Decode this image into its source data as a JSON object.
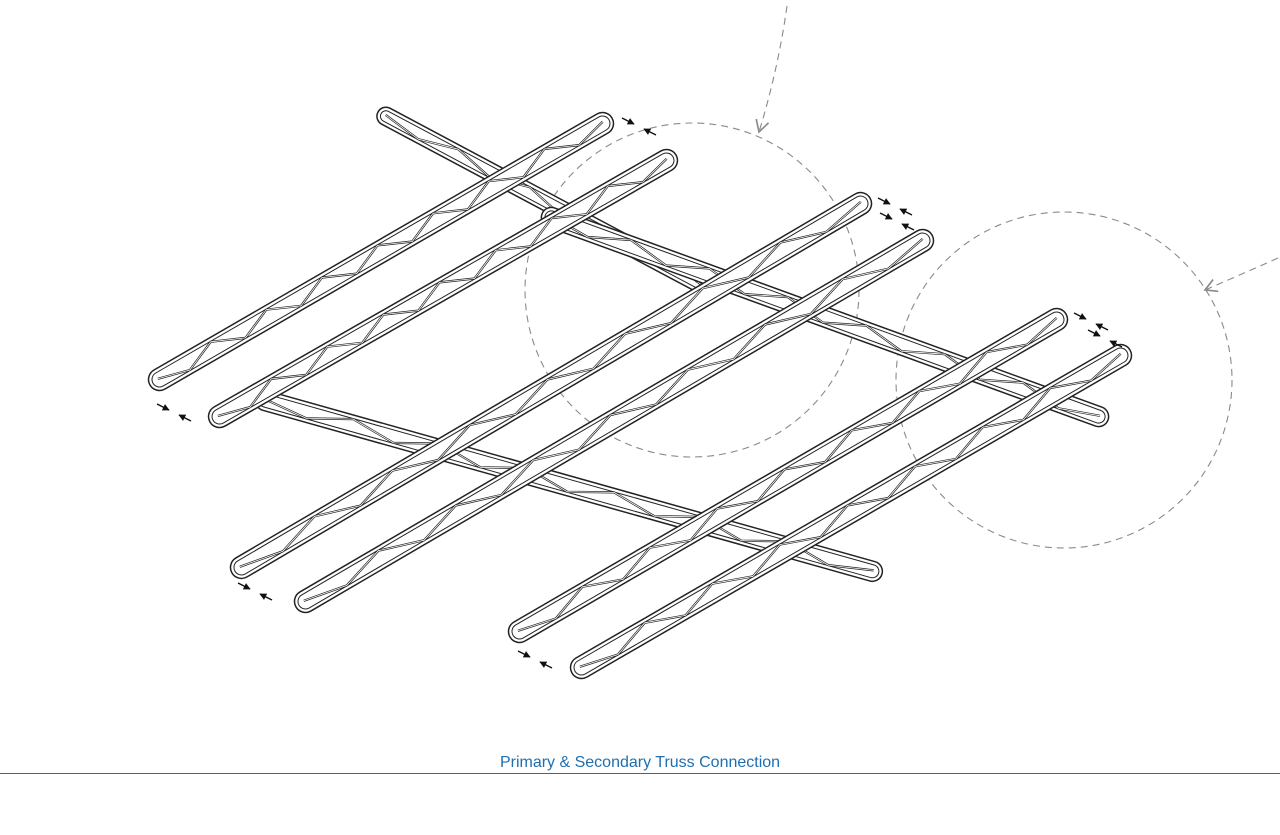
{
  "caption": "Primary & Secondary Truss Connection",
  "colors": {
    "caption": "#1f6fb0",
    "rule": "#1f6fb0",
    "truss_stroke": "#222222",
    "truss_fill": "#ffffff",
    "callout": "#8a8a8a"
  },
  "diagram": {
    "view": "isometric",
    "primary_trusses": 6,
    "secondary_trusses": 3,
    "detail_callouts": 2,
    "connection_arrow_pairs": 8
  }
}
